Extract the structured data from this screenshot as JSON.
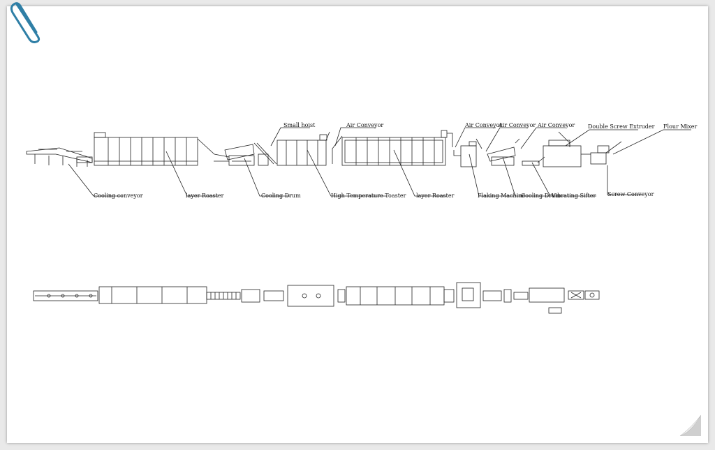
{
  "labels": {
    "cooling_conveyor": "Cooling conveyor",
    "layer_roaster_1": "layer Roaster",
    "cooling_drum_1": "Cooling Drum",
    "small_hoist": "Small hoist",
    "air_conveyor_1": "Air Conveyor",
    "high_temp_toaster": "High Temperature Toaster",
    "layer_roaster_2": "layer Roaster",
    "air_conveyor_2": "Air Conveyor",
    "air_conveyor_3": "Air Conveyor",
    "flaking_machine": "Flaking Machine",
    "cooling_drum_2": "Cooling Drum",
    "air_conveyor_4": "Air Conveyor",
    "vibrating_sifter": "Vibrating Sifter",
    "double_screw_extruder": "Double Screw Extruder",
    "flour_mixer": "Flour Mixer",
    "screw_conveyor": "Screw Conveyor"
  },
  "colors": {
    "line": "#222222",
    "paper": "#ffffff",
    "clip": "#2f7fa6"
  },
  "icons": [
    "paperclip-icon",
    "page-curl-icon"
  ]
}
